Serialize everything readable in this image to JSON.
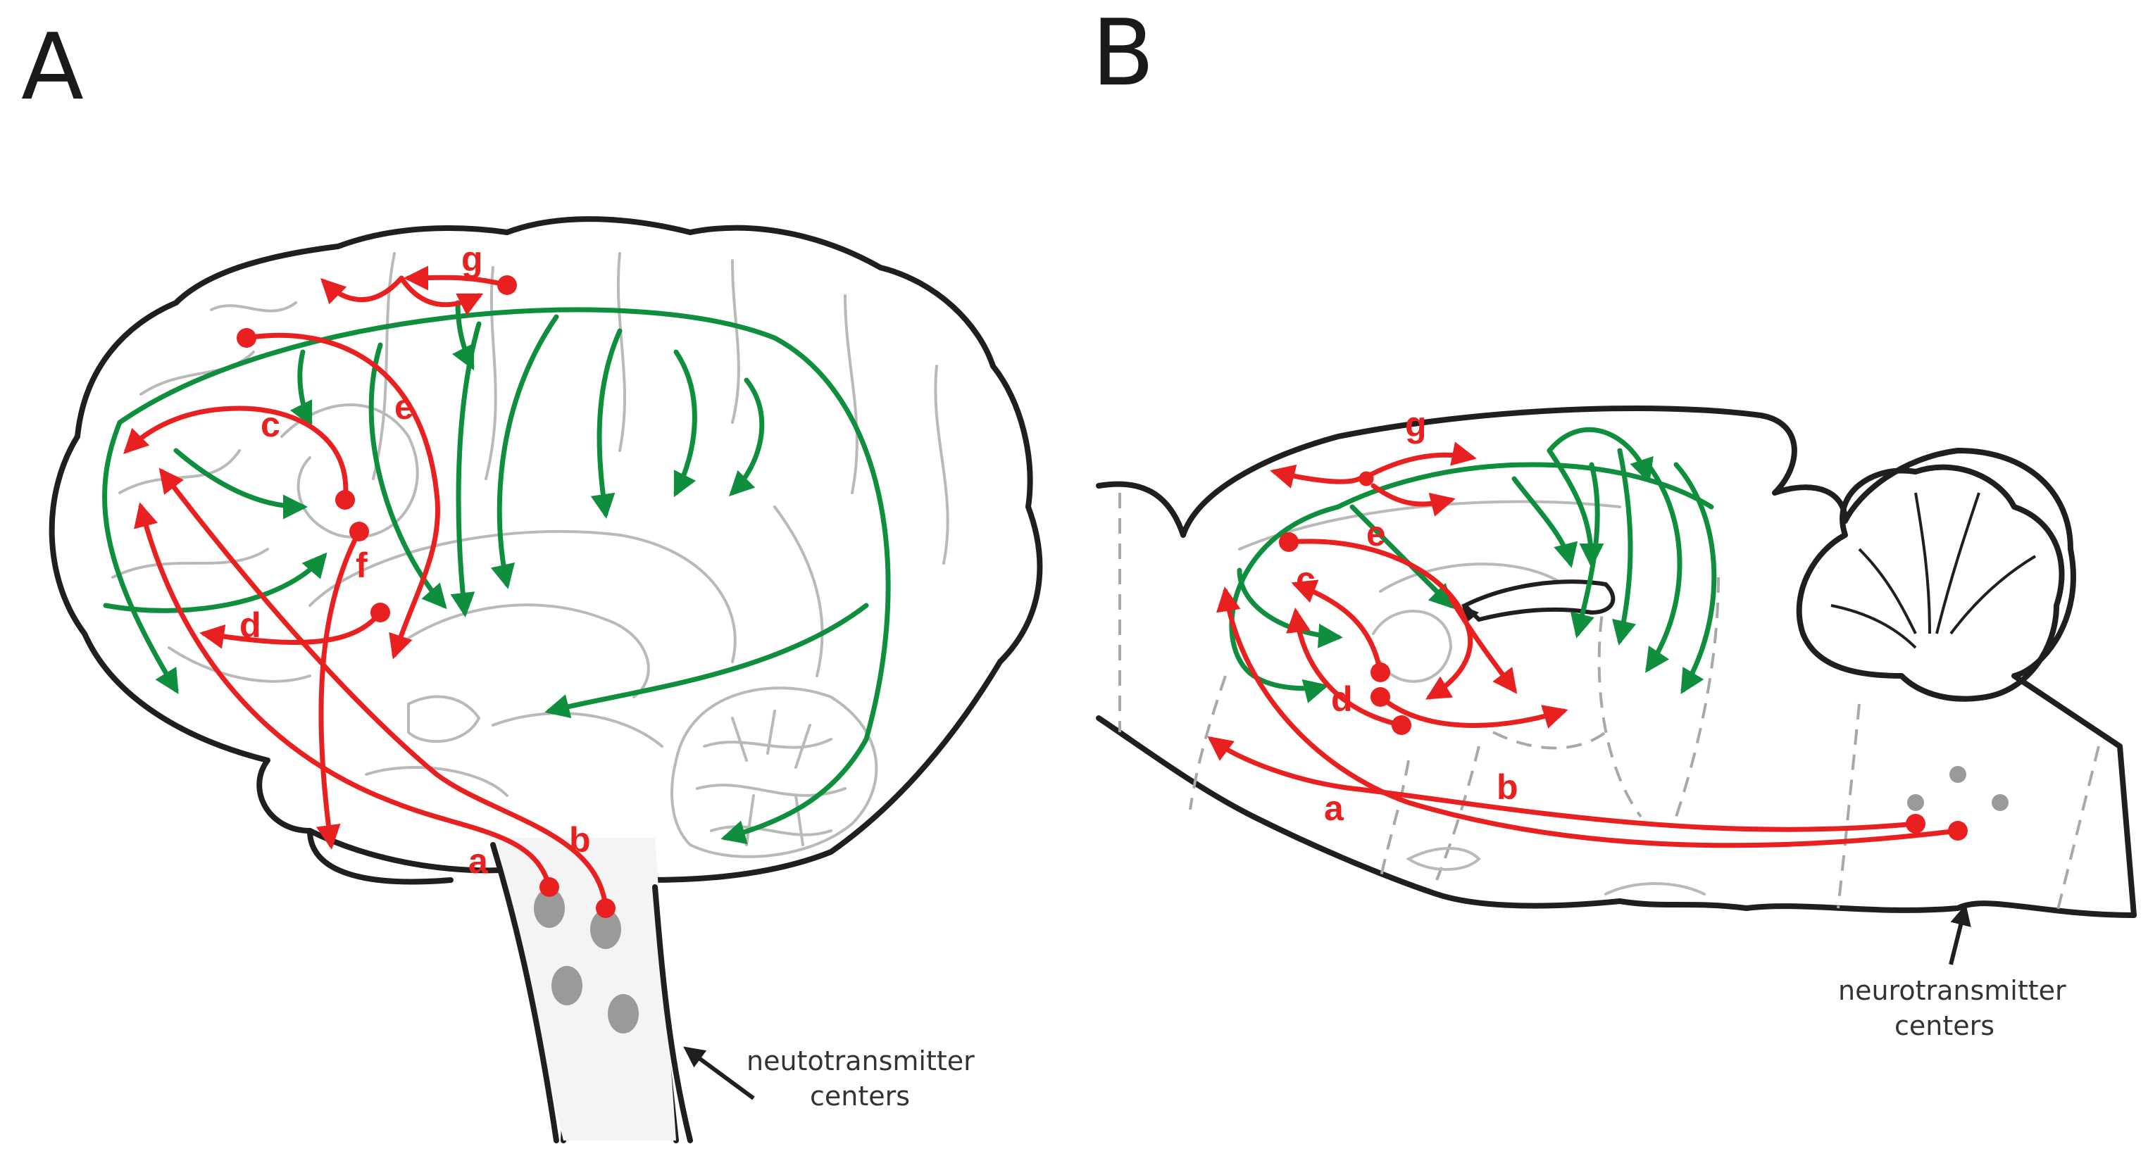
{
  "panels": [
    {
      "letter": "A",
      "caption_line1": "neutotransmitter",
      "caption_line2": "centers"
    },
    {
      "letter": "B",
      "caption_line1": "neurotransmitter",
      "caption_line2": "centers"
    }
  ],
  "pathway_labels": {
    "a": "a",
    "b": "b",
    "c": "c",
    "d": "d",
    "e": "e",
    "f": "f",
    "g": "g"
  },
  "colors": {
    "red_pathway": "#e8201f",
    "green_pathway": "#0f8f3e",
    "nucleus": "#9a9a9a",
    "outline": "#1f1f1f"
  }
}
